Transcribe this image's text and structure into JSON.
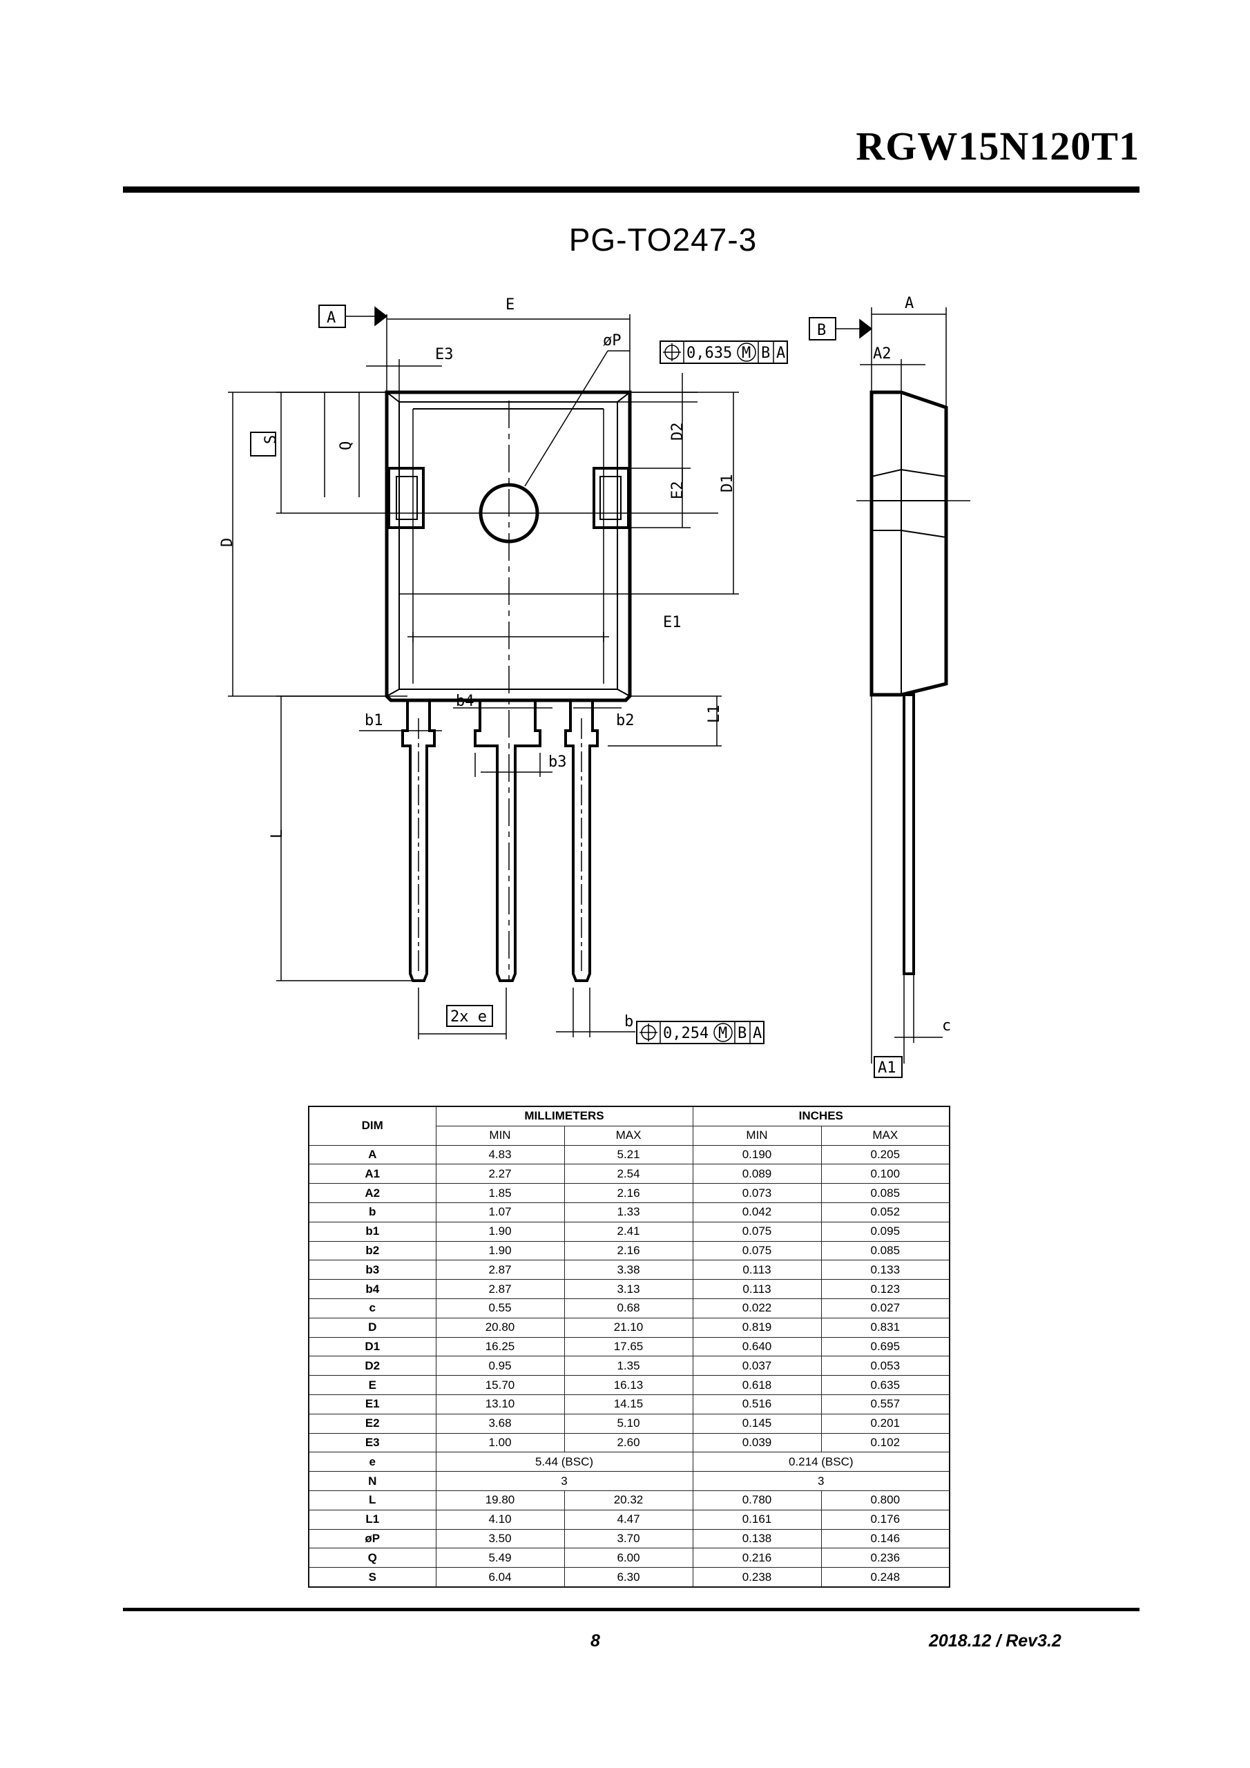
{
  "header": {
    "part_number": "RGW15N120T1"
  },
  "package": {
    "name": "PG-TO247-3",
    "labels": {
      "datum_a": "A",
      "datum_b": "B",
      "dim_e": "E",
      "dim_op": "øP",
      "dim_e3": "E3",
      "tol_top": "0,635",
      "tol_top_m": "M",
      "tol_top_b": "B",
      "tol_top_a": "A",
      "dim_a": "A",
      "dim_a2": "A2",
      "dim_s": "S",
      "dim_q": "Q",
      "dim_d": "D",
      "dim_d2": "D2",
      "dim_e2": "E2",
      "dim_d1": "D1",
      "dim_e1": "E1",
      "dim_b1": "b1",
      "dim_b4": "b4",
      "dim_b2": "b2",
      "dim_l1": "L1",
      "dim_b3": "b3",
      "dim_l": "L",
      "dim_2xe": "2x e",
      "dim_b": "b",
      "tol_bottom": "0,254",
      "tol_bottom_m": "M",
      "tol_bottom_b": "B",
      "tol_bottom_a": "A",
      "dim_c": "c",
      "dim_a1": "A1"
    }
  },
  "table": {
    "dim_header": "DIM",
    "group_mm": "MILLIMETERS",
    "group_in": "INCHES",
    "min": "MIN",
    "max": "MAX",
    "rows": [
      {
        "dim": "A",
        "mm_min": "4.83",
        "mm_max": "5.21",
        "in_min": "0.190",
        "in_max": "0.205"
      },
      {
        "dim": "A1",
        "mm_min": "2.27",
        "mm_max": "2.54",
        "in_min": "0.089",
        "in_max": "0.100"
      },
      {
        "dim": "A2",
        "mm_min": "1.85",
        "mm_max": "2.16",
        "in_min": "0.073",
        "in_max": "0.085"
      },
      {
        "dim": "b",
        "mm_min": "1.07",
        "mm_max": "1.33",
        "in_min": "0.042",
        "in_max": "0.052"
      },
      {
        "dim": "b1",
        "mm_min": "1.90",
        "mm_max": "2.41",
        "in_min": "0.075",
        "in_max": "0.095"
      },
      {
        "dim": "b2",
        "mm_min": "1.90",
        "mm_max": "2.16",
        "in_min": "0.075",
        "in_max": "0.085"
      },
      {
        "dim": "b3",
        "mm_min": "2.87",
        "mm_max": "3.38",
        "in_min": "0.113",
        "in_max": "0.133"
      },
      {
        "dim": "b4",
        "mm_min": "2.87",
        "mm_max": "3.13",
        "in_min": "0.113",
        "in_max": "0.123"
      },
      {
        "dim": "c",
        "mm_min": "0.55",
        "mm_max": "0.68",
        "in_min": "0.022",
        "in_max": "0.027"
      },
      {
        "dim": "D",
        "mm_min": "20.80",
        "mm_max": "21.10",
        "in_min": "0.819",
        "in_max": "0.831"
      },
      {
        "dim": "D1",
        "mm_min": "16.25",
        "mm_max": "17.65",
        "in_min": "0.640",
        "in_max": "0.695"
      },
      {
        "dim": "D2",
        "mm_min": "0.95",
        "mm_max": "1.35",
        "in_min": "0.037",
        "in_max": "0.053"
      },
      {
        "dim": "E",
        "mm_min": "15.70",
        "mm_max": "16.13",
        "in_min": "0.618",
        "in_max": "0.635"
      },
      {
        "dim": "E1",
        "mm_min": "13.10",
        "mm_max": "14.15",
        "in_min": "0.516",
        "in_max": "0.557"
      },
      {
        "dim": "E2",
        "mm_min": "3.68",
        "mm_max": "5.10",
        "in_min": "0.145",
        "in_max": "0.201"
      },
      {
        "dim": "E3",
        "mm_min": "1.00",
        "mm_max": "2.60",
        "in_min": "0.039",
        "in_max": "0.102"
      },
      {
        "dim": "e",
        "mm_single": "5.44 (BSC)",
        "in_single": "0.214 (BSC)"
      },
      {
        "dim": "N",
        "mm_single": "3",
        "in_single": "3"
      },
      {
        "dim": "L",
        "mm_min": "19.80",
        "mm_max": "20.32",
        "in_min": "0.780",
        "in_max": "0.800"
      },
      {
        "dim": "L1",
        "mm_min": "4.10",
        "mm_max": "4.47",
        "in_min": "0.161",
        "in_max": "0.176"
      },
      {
        "dim": "øP",
        "mm_min": "3.50",
        "mm_max": "3.70",
        "in_min": "0.138",
        "in_max": "0.146"
      },
      {
        "dim": "Q",
        "mm_min": "5.49",
        "mm_max": "6.00",
        "in_min": "0.216",
        "in_max": "0.236"
      },
      {
        "dim": "S",
        "mm_min": "6.04",
        "mm_max": "6.30",
        "in_min": "0.238",
        "in_max": "0.248"
      }
    ]
  },
  "footer": {
    "page": "8",
    "revision": "2018.12 / Rev3.2"
  }
}
